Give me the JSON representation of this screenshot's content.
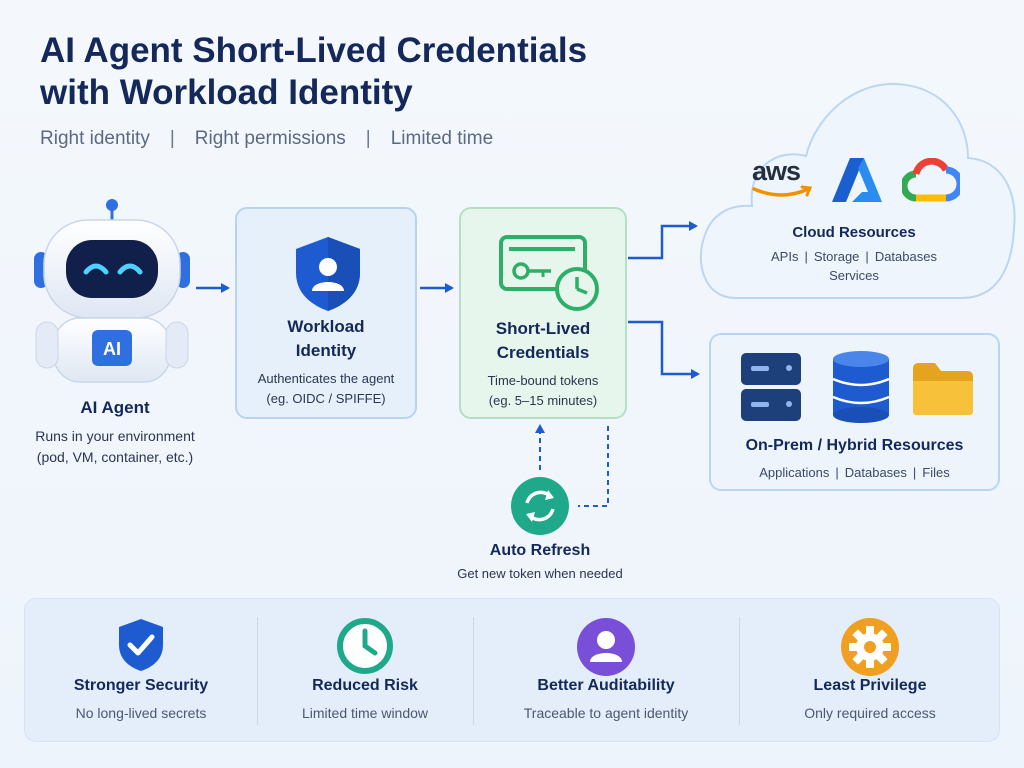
{
  "title_line1": "AI Agent Short-Lived Credentials",
  "title_line2": "with Workload Identity",
  "subtitle": [
    "Right identity",
    "Right permissions",
    "Limited time"
  ],
  "subtitle_sep": "|",
  "agent": {
    "badge": "AI",
    "title": "AI Agent",
    "desc1": "Runs in your environment",
    "desc2": "(pod, VM, container, etc.)"
  },
  "workload": {
    "title1": "Workload",
    "title2": "Identity",
    "desc1": "Authenticates the agent",
    "desc2": "(eg. OIDC / SPIFFE)"
  },
  "credentials": {
    "title1": "Short-Lived",
    "title2": "Credentials",
    "desc1": "Time-bound tokens",
    "desc2": "(eg. 5–15 minutes)"
  },
  "refresh": {
    "title": "Auto Refresh",
    "desc": "Get new token when needed"
  },
  "cloud": {
    "aws_text": "aws",
    "title": "Cloud Resources",
    "items": [
      "APIs",
      "Storage",
      "Databases"
    ],
    "extra": "Services",
    "sep": "|"
  },
  "onprem": {
    "title": "On-Prem / Hybrid Resources",
    "items": [
      "Applications",
      "Databases",
      "Files"
    ],
    "sep": "|"
  },
  "benefits": [
    {
      "title": "Stronger Security",
      "desc": "No long-lived secrets",
      "icon": "shield-check-icon"
    },
    {
      "title": "Reduced Risk",
      "desc": "Limited time window",
      "icon": "clock-icon"
    },
    {
      "title": "Better Auditability",
      "desc": "Traceable to agent identity",
      "icon": "user-icon"
    },
    {
      "title": "Least Privilege",
      "desc": "Only required access",
      "icon": "gear-icon"
    }
  ],
  "colors": {
    "primary": "#1f5bd0",
    "navy": "#14285a",
    "green": "#2fae6a",
    "teal": "#1fa98a",
    "purple": "#7a4fd8",
    "orange": "#f0a020"
  }
}
